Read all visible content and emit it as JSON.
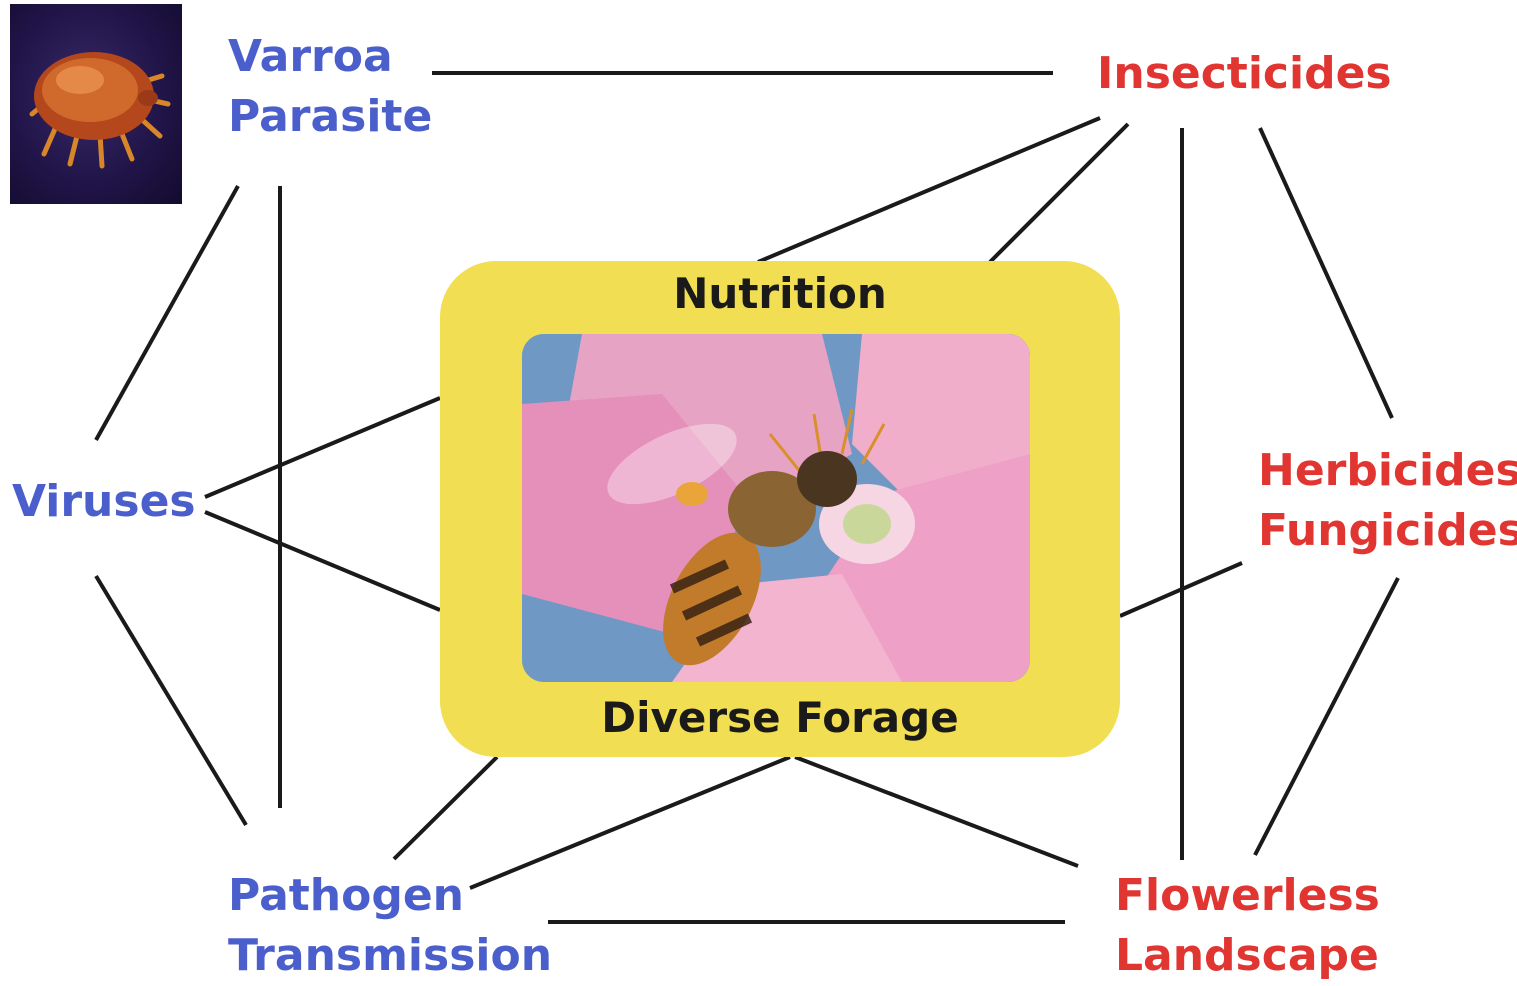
{
  "colors": {
    "blue": "#4a5fcc",
    "red": "#e03530",
    "yellow": "#f2de52",
    "line": "#1a1a1a"
  },
  "nodes": {
    "varroa": [
      "Varroa",
      "Parasite"
    ],
    "viruses": "Viruses",
    "pathogen": [
      "Pathogen",
      "Transmission"
    ],
    "insecticides": "Insecticides",
    "herbicides": [
      "Herbicides",
      "Fungicides"
    ],
    "flowerless": [
      "Flowerless",
      "Landscape"
    ]
  },
  "center": {
    "top_label": "Nutrition",
    "bottom_label": "Diverse Forage"
  },
  "images": {
    "mite": "varroa-mite-photo",
    "bee": "honeybee-on-pink-flower-photo"
  },
  "connections": [
    [
      "varroa",
      "insecticides"
    ],
    [
      "varroa",
      "viruses"
    ],
    [
      "varroa",
      "pathogen"
    ],
    [
      "viruses",
      "center"
    ],
    [
      "viruses",
      "pathogen"
    ],
    [
      "insecticides",
      "center"
    ],
    [
      "insecticides",
      "herbicides"
    ],
    [
      "insecticides",
      "flowerless"
    ],
    [
      "herbicides",
      "center"
    ],
    [
      "herbicides",
      "flowerless"
    ],
    [
      "pathogen",
      "center"
    ],
    [
      "pathogen",
      "flowerless"
    ],
    [
      "flowerless",
      "center"
    ]
  ]
}
